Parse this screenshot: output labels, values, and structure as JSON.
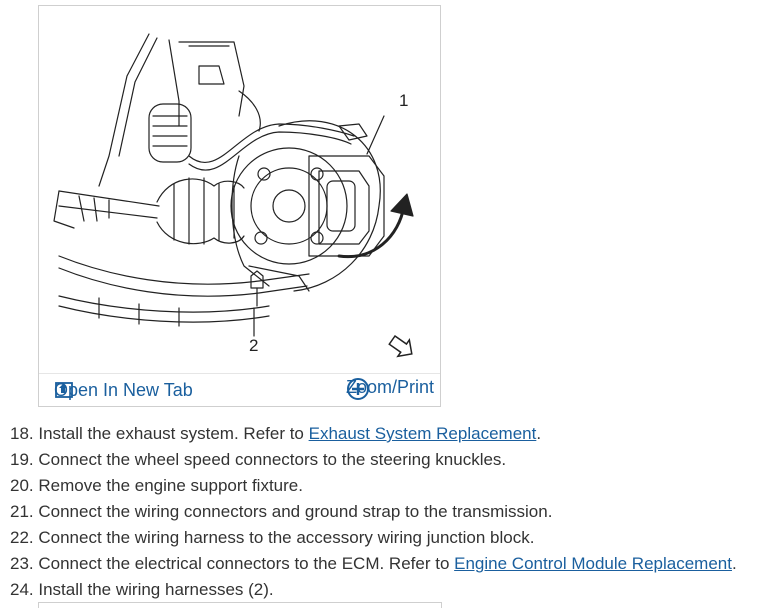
{
  "figure": {
    "callout_1": "1",
    "callout_2": "2",
    "open_tab_label": "Open In New Tab",
    "zoom_label": "Zoom/Print",
    "icons": [
      "open-in-new-tab-icon",
      "zoom-plus-icon",
      "view-direction-arrow-icon"
    ]
  },
  "steps": [
    {
      "num": "18.",
      "text": "Install the exhaust system. Refer to ",
      "link": "Exhaust System Replacement",
      "after": "."
    },
    {
      "num": "19.",
      "text": "Connect the wheel speed connectors to the steering knuckles."
    },
    {
      "num": "20.",
      "text": "Remove the engine support fixture."
    },
    {
      "num": "21.",
      "text": "Connect the wiring connectors and ground strap to the transmission."
    },
    {
      "num": "22.",
      "text": "Connect the wiring harness to the accessory wiring junction block."
    },
    {
      "num": "23.",
      "text": "Connect the electrical connectors to the ECM. Refer to ",
      "link": "Engine Control Module Replacement",
      "after": "."
    },
    {
      "num": "24.",
      "text": "Install the wiring harnesses (2)."
    }
  ],
  "colors": {
    "link": "#1a5f9e",
    "border": "#cfcfcf",
    "text": "#333333"
  }
}
